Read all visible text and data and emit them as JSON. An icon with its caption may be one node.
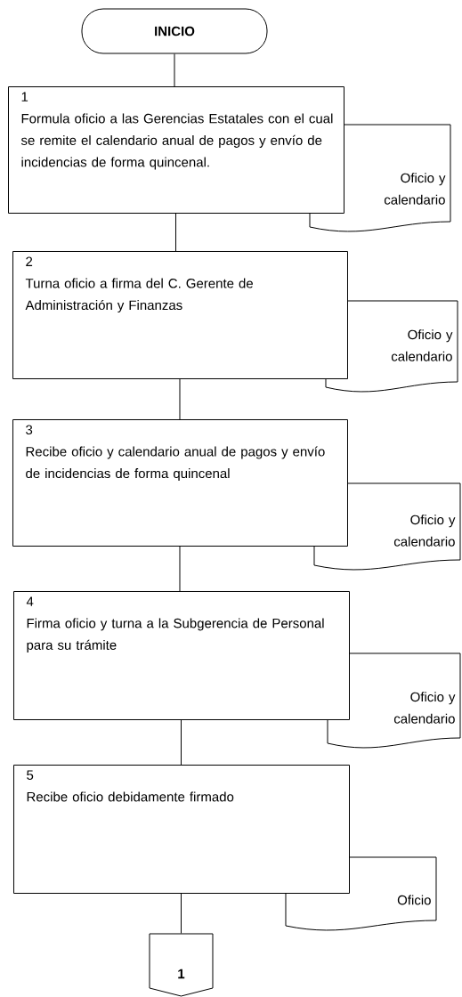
{
  "diagram": {
    "nodes": [
      {
        "text": [
          "INICIO"
        ]
      },
      {
        "text": [
          "1",
          "Formula oficio a las Gerencias Estatales con el cual se remite el calendario anual de pagos  y envío de incidencias de forma quincenal."
        ]
      },
      {
        "text": [
          "Oficio y calendario"
        ]
      },
      {
        "text": [
          "2",
          "Turna oficio a firma del C. Gerente de Administración y Finanzas"
        ]
      },
      {
        "text": [
          "Oficio y calendario"
        ]
      },
      {
        "text": [
          "3",
          "Recibe oficio y calendario anual de pagos y envío de incidencias de forma quincenal"
        ]
      },
      {
        "text": [
          "Oficio y calendario"
        ]
      },
      {
        "text": [
          "4",
          "Firma oficio y turna a la Subgerencia de Personal para su trámite"
        ]
      },
      {
        "text": [
          "Oficio y calendario"
        ]
      },
      {
        "text": [
          "5",
          "Recibe oficio debidamente firmado"
        ]
      },
      {
        "text": [
          "Oficio"
        ]
      },
      {
        "text": [
          "1"
        ]
      }
    ],
    "edges": [
      {
        "from": 0,
        "to": 1,
        "arrow": "none"
      },
      {
        "from": 1,
        "to": 3,
        "arrow": "none"
      },
      {
        "from": 3,
        "to": 5,
        "arrow": "none"
      },
      {
        "from": 5,
        "to": 7,
        "arrow": "none"
      },
      {
        "from": 7,
        "to": 9,
        "arrow": "none"
      },
      {
        "from": 9,
        "to": 11,
        "arrow": "none"
      }
    ]
  }
}
